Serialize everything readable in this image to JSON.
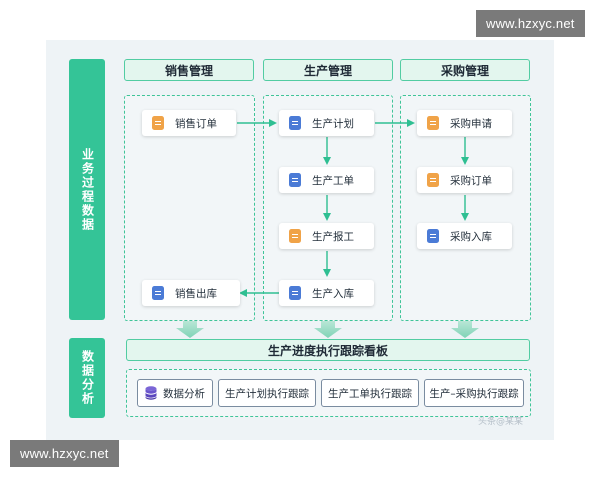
{
  "watermark": "www.hzxyc.net",
  "credit": "头条@某某",
  "left_labels": {
    "process": "业务过程数据",
    "analysis": "数据分析"
  },
  "columns": {
    "sales": {
      "title": "销售管理",
      "nodes": [
        "销售订单",
        "销售出库"
      ]
    },
    "production": {
      "title": "生产管理",
      "nodes": [
        "生产计划",
        "生产工单",
        "生产报工",
        "生产入库"
      ]
    },
    "purchase": {
      "title": "采购管理",
      "nodes": [
        "采购申请",
        "采购订单",
        "采购入库"
      ]
    }
  },
  "dashboard": "生产进度执行跟踪看板",
  "tools": [
    "数据分析",
    "生产计划执行跟踪",
    "生产工单执行跟踪",
    "生产–采购执行跟踪"
  ],
  "colors": {
    "green_primary": "#34c497",
    "green_light": "#e3f6ee",
    "icon_orange": "#f0a348",
    "icon_blue": "#4b7bd6",
    "canvas_bg": "#eef3f6"
  },
  "icons": {
    "orange_doc": "document-icon",
    "blue_doc": "document-icon",
    "tool_first": "database-icon"
  }
}
